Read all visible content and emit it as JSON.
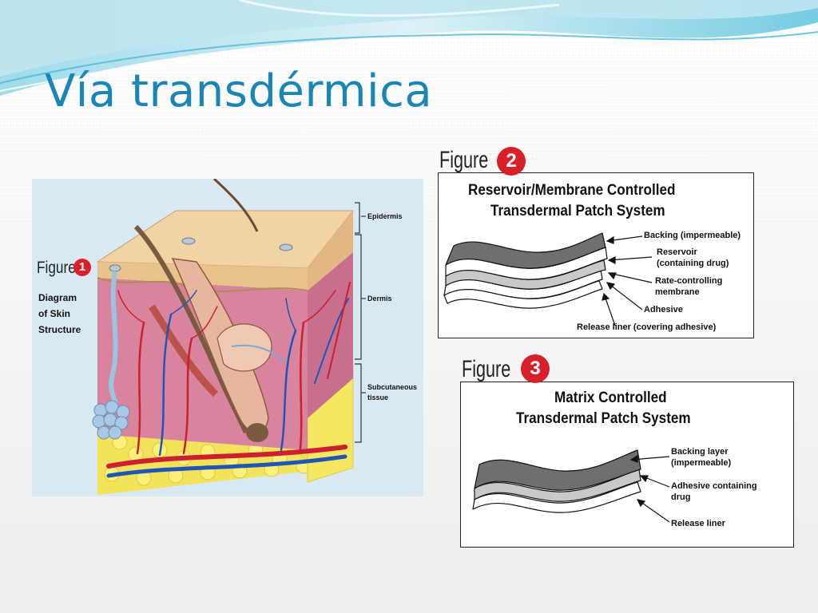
{
  "slide": {
    "title": "Vía transdérmica"
  },
  "figure1": {
    "figure_word": "Figure",
    "number": "1",
    "caption_line1": "Diagram",
    "caption_line2": "of Skin",
    "caption_line3": "Structure",
    "layer_epidermis": "Epidermis",
    "layer_dermis": "Dermis",
    "layer_subcutaneous_line1": "Subcutaneous",
    "layer_subcutaneous_line2": "tissue"
  },
  "figure2": {
    "figure_word": "Figure",
    "number": "2",
    "title_line1": "Reservoir/Membrane Controlled",
    "title_line2": "Transdermal Patch System",
    "label_backing": "Backing (impermeable)",
    "label_reservoir_line1": "Reservoir",
    "label_reservoir_line2": "(containing drug)",
    "label_membrane_line1": "Rate-controlling",
    "label_membrane_line2": "membrane",
    "label_adhesive": "Adhesive",
    "label_release": "Release liner (covering adhesive)"
  },
  "figure3": {
    "figure_word": "Figure",
    "number": "3",
    "title_line1": "Matrix Controlled",
    "title_line2": "Transdermal Patch System",
    "label_backing_line1": "Backing layer",
    "label_backing_line2": "(impermeable)",
    "label_adhesive_line1": "Adhesive containing",
    "label_adhesive_line2": "drug",
    "label_release": "Release liner"
  },
  "colors": {
    "title": "#1a86b6",
    "wave_light": "#bfe6f0",
    "wave_mid": "#6ec9e0",
    "figure_badge": "#d8202a",
    "skin_surface": "#f2d3a4",
    "dermis": "#d9849e",
    "fat": "#f2e35a",
    "artery": "#cc1f2f",
    "vein": "#2055b8",
    "patch_dark": "#6f6f6f",
    "patch_light": "#c9c9c9"
  }
}
